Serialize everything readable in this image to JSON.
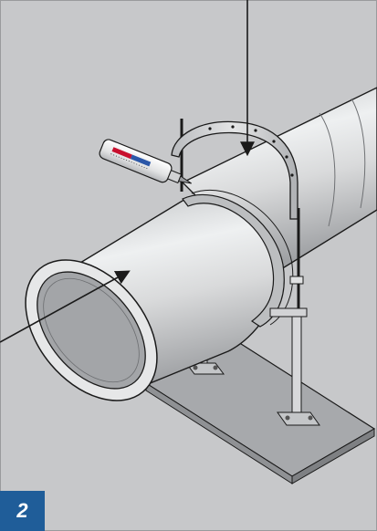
{
  "figure": {
    "step_number": "2",
    "colors": {
      "background": "#c7c8ca",
      "pipe_body": "#d9dadb",
      "pipe_highlight": "#eef0f1",
      "pipe_shadow": "#9fa1a4",
      "outline": "#1a1a1a",
      "base_plate": "#a7a9ac",
      "badge": "#1f5d99",
      "badge_text": "#ffffff",
      "thermometer_scale_hot": "#c8102e",
      "thermometer_scale_cold": "#2b57a8"
    },
    "parts": [
      "insulated-pipe",
      "collar-band",
      "pipe-clamp-hanger",
      "threaded-rods",
      "support-stand",
      "base-plate",
      "thermometer-sealant-tube",
      "indicator-arrows"
    ]
  }
}
